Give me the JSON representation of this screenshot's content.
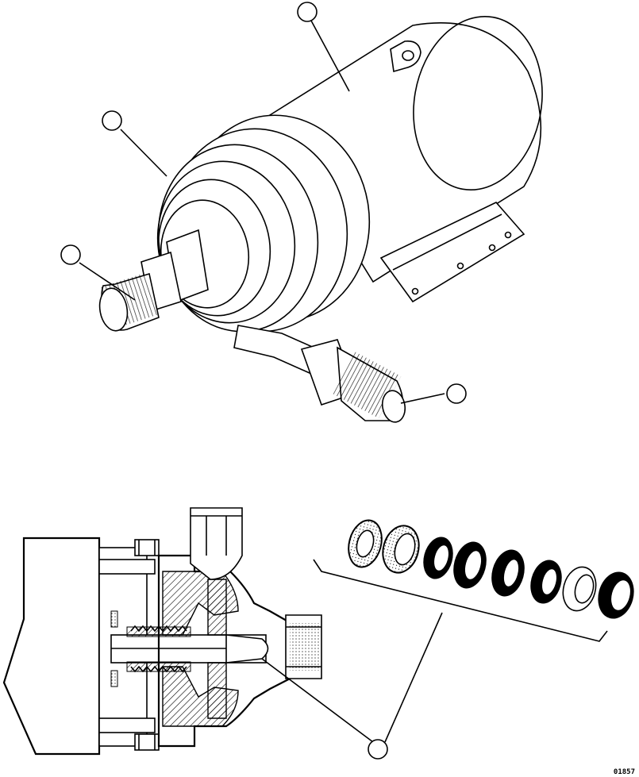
{
  "figure": {
    "reference_number": "01857"
  },
  "callouts": [
    {
      "id": "callout-1",
      "label": ""
    },
    {
      "id": "callout-2",
      "label": ""
    },
    {
      "id": "callout-3",
      "label": ""
    },
    {
      "id": "callout-4",
      "label": ""
    },
    {
      "id": "callout-5",
      "label": ""
    }
  ],
  "colors": {
    "line": "#000000",
    "background": "#ffffff",
    "hatch": "#000000"
  }
}
